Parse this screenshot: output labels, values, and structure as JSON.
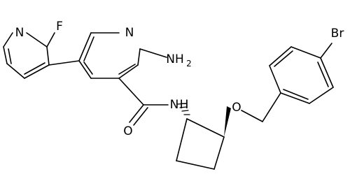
{
  "atoms": {
    "fluorine": "F",
    "pyridine_n_top": "N",
    "pyridine_n_mid": "N",
    "amine": "NH",
    "amine_sub": "2",
    "amide_nh": "N",
    "amide_h": "H",
    "carbonyl_o": "O",
    "ether_o": "O",
    "bromine": "Br"
  }
}
